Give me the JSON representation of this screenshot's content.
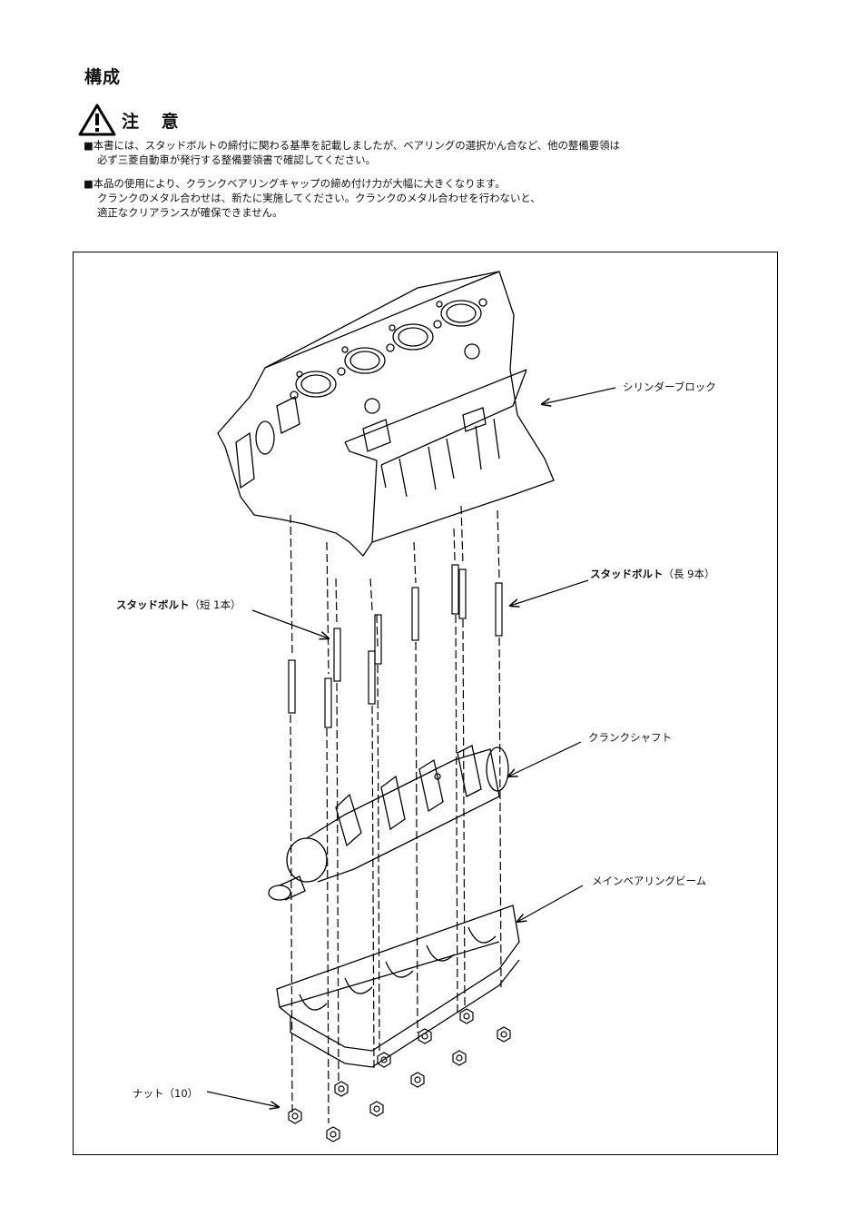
{
  "heading": "構成",
  "caution": {
    "icon": "warning-triangle-icon",
    "label": "注 意"
  },
  "notes": [
    {
      "lines": [
        "■本書には、スタッドボルトの締付に関わる基準を記載しましたが、ベアリングの選択かん合など、他の整備要領は",
        "必ず三菱自動車が発行する整備要領書で確認してください。"
      ]
    },
    {
      "lines": [
        "■本品の使用により、クランクベアリングキャップの締め付け力が大幅に大きくなります。",
        "クランクのメタル合わせは、新たに実施してください。クランクのメタル合わせを行わないと、",
        "適正なクリアランスが確保できません。"
      ]
    }
  ],
  "diagram": {
    "labels": {
      "cylinder_block": "シリンダーブロック",
      "stud_long_name": "スタッドボルト",
      "stud_long_qty": "（長 9本）",
      "stud_short_name": "スタッドボルト",
      "stud_short_qty": "（短 1本）",
      "crankshaft": "クランクシャフト",
      "main_bearing_beam": "メインベアリングビーム",
      "nut": "ナット（10）"
    }
  }
}
